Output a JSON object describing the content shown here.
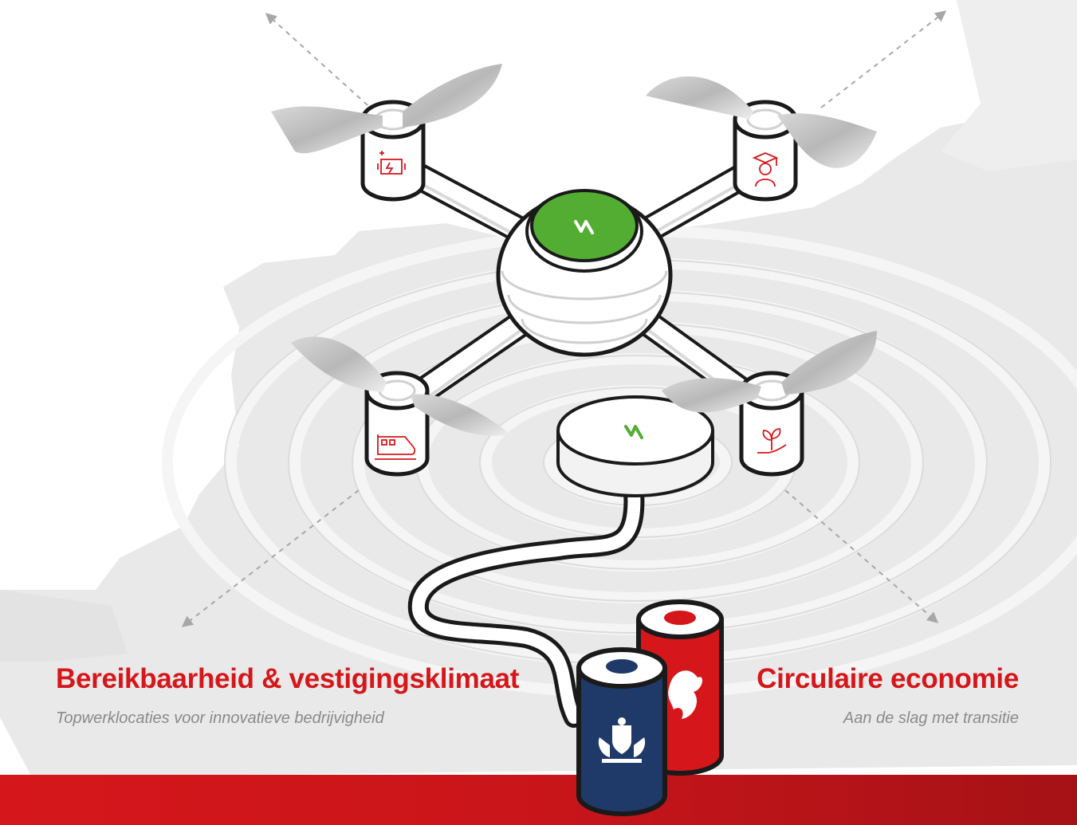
{
  "colors": {
    "accent_red": "#d5171b",
    "brand_green": "#52ad32",
    "navy": "#1f3a68",
    "map_grey": "#e6e6e6",
    "subtitle_grey": "#8a8a8a"
  },
  "blocks": [
    {
      "title": "Bereikbaarheid & vestigingsklimaat",
      "subtitle": "Topwerklocaties voor innovatieve bedrijvigheid",
      "icon": "train-icon"
    },
    {
      "title": "Circulaire economie",
      "subtitle": "Aan de slag met transitie",
      "icon": "plant-hand-icon"
    }
  ],
  "pod_icons": [
    "engine-power-icon",
    "graduate-icon",
    "train-icon",
    "plant-hand-icon"
  ],
  "center_icon": "lightning-icon",
  "batteries": [
    {
      "emblem": "lion-crest-icon",
      "color": "red"
    },
    {
      "emblem": "coat-of-arms-icon",
      "color": "navy"
    }
  ]
}
